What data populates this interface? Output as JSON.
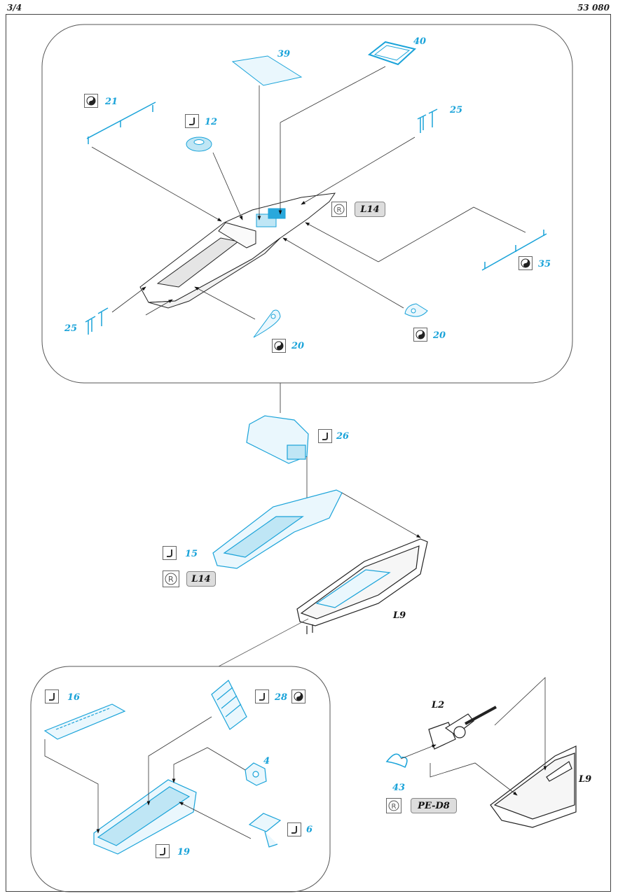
{
  "header": {
    "page": "3/4",
    "code": "53 080"
  },
  "callouts": {
    "p39": "39",
    "p40": "40",
    "p21": "21",
    "p12": "12",
    "p25a": "25",
    "p25b": "25",
    "p35": "35",
    "p20a": "20",
    "p20b": "20",
    "p26": "26",
    "p15": "15",
    "p16": "16",
    "p28": "28",
    "p4": "4",
    "p6": "6",
    "p19": "19",
    "p43": "43"
  },
  "labels": {
    "l9_main": "L9",
    "l9_small": "L9",
    "l2": "L2"
  },
  "codes": {
    "c1": "L14",
    "c2": "L14",
    "c3": "PE-D8"
  },
  "icons": {
    "bend": "bend-icon",
    "yinyang": "yin-yang-icon",
    "registered": "registered-icon"
  },
  "colors": {
    "part": "#1aa3d9",
    "line": "#333333",
    "fill": "#bfe6f5"
  }
}
